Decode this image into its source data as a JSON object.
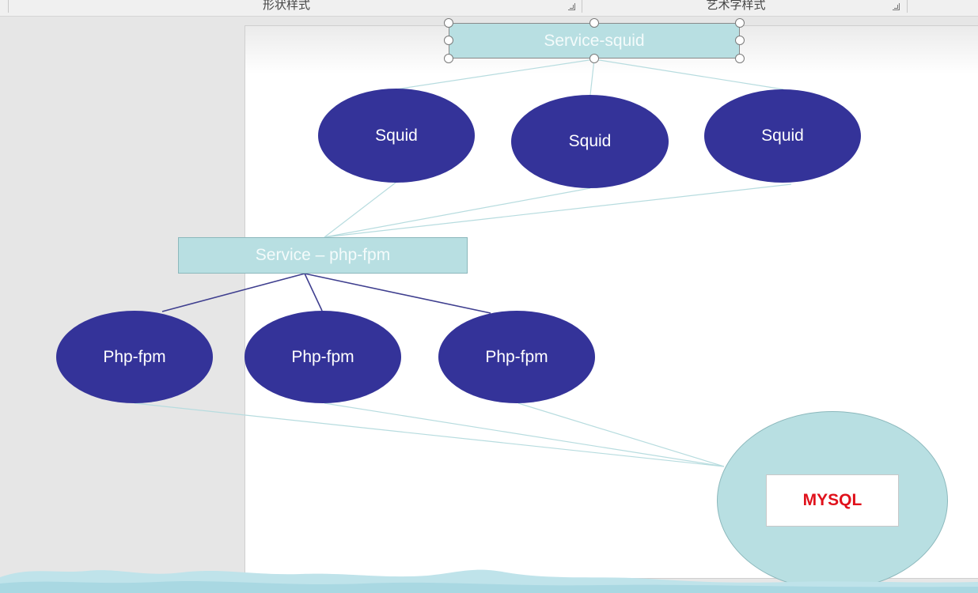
{
  "ribbon": {
    "groups": [
      {
        "label": "形状样式"
      },
      {
        "label": "艺术字样式"
      }
    ]
  },
  "diagram": {
    "service_squid": "Service-squid",
    "squids": [
      "Squid",
      "Squid",
      "Squid"
    ],
    "service_phpfpm": "Service – php-fpm",
    "phpfpms": [
      "Php-fpm",
      "Php-fpm",
      "Php-fpm"
    ],
    "mysql": "MYSQL"
  },
  "colors": {
    "ellipse_fill": "#343399",
    "service_fill": "#b8dfe2",
    "mysql_text": "#e0111b",
    "connector_light": "#b7dcdf",
    "connector_dark": "#3f3f8f"
  }
}
